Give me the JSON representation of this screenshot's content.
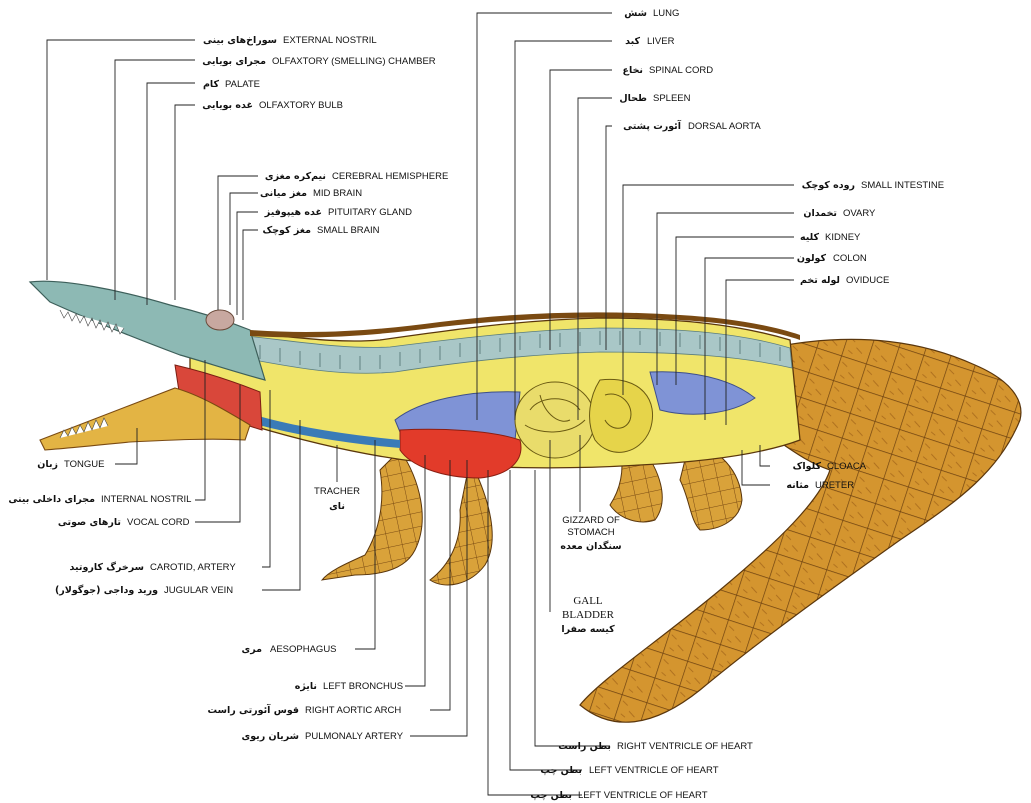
{
  "labels": {
    "external_nostril": {
      "en": "EXTERNAL NOSTRIL",
      "fa": "سوراخ‌های بینی"
    },
    "olfactory_chamber": {
      "en": "OLFAXTORY (SMELLING) CHAMBER",
      "fa": "مجرای بویایی"
    },
    "palate": {
      "en": "PALATE",
      "fa": "کام"
    },
    "olfactory_bulb": {
      "en": "OLFAXTORY BULB",
      "fa": "غده بویایی"
    },
    "cerebral_hemisphere": {
      "en": "CEREBRAL HEMISPHERE",
      "fa": "نیم‌کره مغزی"
    },
    "mid_brain": {
      "en": "MID BRAIN",
      "fa": "مغز میانی"
    },
    "pituitary_gland": {
      "en": "PITUITARY GLAND",
      "fa": "غده هیپوفیز"
    },
    "small_brain": {
      "en": "SMALL BRAIN",
      "fa": "مغز کوچک"
    },
    "lung": {
      "en": "LUNG",
      "fa": "شش"
    },
    "liver": {
      "en": "LIVER",
      "fa": "کبد"
    },
    "spinal_cord": {
      "en": "SPINAL CORD",
      "fa": "نخاع"
    },
    "spleen": {
      "en": "SPLEEN",
      "fa": "طحال"
    },
    "dorsal_aorta": {
      "en": "DORSAL AORTA",
      "fa": "آئورت پشتی"
    },
    "small_intestine": {
      "en": "SMALL INTESTINE",
      "fa": "روده کوچک"
    },
    "ovary": {
      "en": "OVARY",
      "fa": "تخمدان"
    },
    "kidney": {
      "en": "KIDNEY",
      "fa": "کلیه"
    },
    "colon": {
      "en": "COLON",
      "fa": "کولون"
    },
    "oviduct": {
      "en": "OVIDUCE",
      "fa": "لوله تخم"
    },
    "cloaca": {
      "en": "CLOACA",
      "fa": "کلواک"
    },
    "ureter": {
      "en": "URETER",
      "fa": "مثانه"
    },
    "tongue": {
      "en": "TONGUE",
      "fa": "زبان"
    },
    "internal_nostril": {
      "en": "INTERNAL NOSTRIL",
      "fa": "مجرای داخلی بینی"
    },
    "vocal_cord": {
      "en": "VOCAL CORD",
      "fa": "تارهای صوتی"
    },
    "carotid_artery": {
      "en": "CAROTID, ARTERY",
      "fa": "سرخرگ کاروتید"
    },
    "jugular_vein": {
      "en": "JUGULAR VEIN",
      "fa": "ورید وداجی (جوگولار)"
    },
    "trachea": {
      "en": "TRACHER",
      "fa": "نای"
    },
    "gizzard": {
      "en1": "GIZZARD OF",
      "en2": "STOMACH",
      "fa": "سنگدان معده"
    },
    "gall_bladder": {
      "en1": "GALL",
      "en2": "BLADDER",
      "fa": "کیسه صفرا"
    },
    "aesophagus": {
      "en": "AESOPHAGUS",
      "fa": "مری"
    },
    "left_bronchus": {
      "en": "LEFT BRONCHUS",
      "fa": "نایژه"
    },
    "right_aortic_arch": {
      "en": "RIGHT AORTIC ARCH",
      "fa": "قوس آئورتی راست"
    },
    "pulmonary_artery": {
      "en": "PULMONALY ARTERY",
      "fa": "شریان ریوی"
    },
    "right_ventricle": {
      "en": "RIGHT VENTRICLE OF HEART",
      "fa": "بطن راست"
    },
    "left_ventricle_1": {
      "en": "LEFT VENTRICLE OF HEART",
      "fa": "بطن چپ"
    },
    "left_ventricle_2": {
      "en": "LEFT VENTRICLE OF HEART",
      "fa": "بطن چپ"
    }
  },
  "colors": {
    "scales": "#c98a2a",
    "scales_dark": "#7a4a12",
    "belly": "#e3b444",
    "spine": "#a9c7c7",
    "body_yellow": "#f0e56a",
    "lung_blue": "#7f93d6",
    "heart_red": "#e23b2a",
    "head_teal": "#8db9b4",
    "mouth_red": "#d9473a"
  }
}
